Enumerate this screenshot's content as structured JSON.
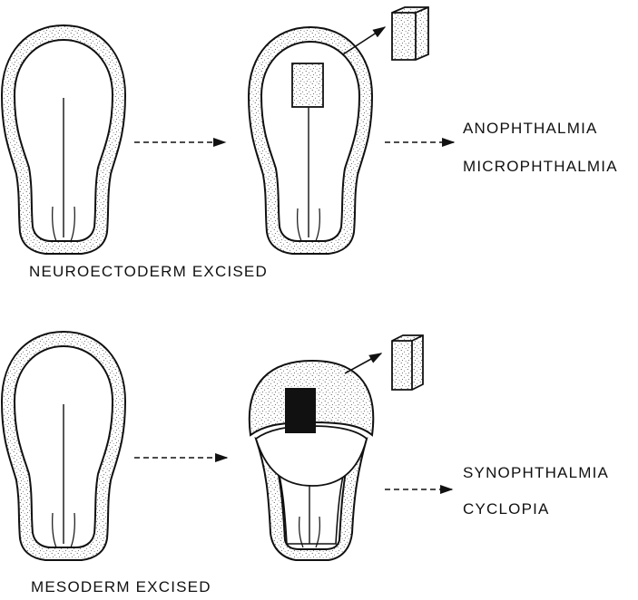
{
  "experiment_neuroectoderm": {
    "caption": "NEUROECTODERM EXCISED",
    "outcomes": [
      "ANOPHTHALMIA",
      "MICROPHTHALMIA"
    ]
  },
  "experiment_mesoderm": {
    "caption": "MESODERM EXCISED",
    "outcomes": [
      "SYNOPHTHALMIA",
      "CYCLOPIA"
    ]
  }
}
